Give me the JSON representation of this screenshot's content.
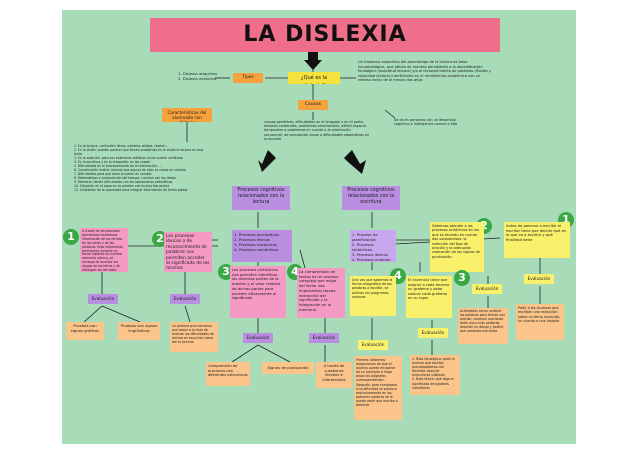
{
  "title": "LA DISLEXIA",
  "nodes": {
    "tipos": "Tipos",
    "question": "¿Qué es la dislexia?",
    "causas": "Causas",
    "types_list": "1. Dislexia adquirida\n2. Dislexia evolutiva",
    "definition": "Un trastorno específico del aprendizaje de la lectura de base neurobiológica, que afecta de manera persistente a la decodificación fonológica (exactitud lectora) y/o al reconocimiento de palabras (fluidez y velocidad lectora) interfiriendo en el rendimiento académico con un retraso lector de al menos dos años",
    "causes_text": "causas genéticas, dificultades en el lenguaje o en el parto, lesiones cerebrales, problemas emocionales, déficit espacio-temporales o problemas en cuanto a la orientación secuencial, de percepción visual o dificultades adaptativas en la escuela",
    "iq_text": "Se da en personas con un desarrollo cognitivo e inteligencia normal o alta",
    "characteristics": "Características del alumnado con dislexia",
    "char_list": "1. En la lectura: confunden letras, cambian sílabas, repiten...\n2. En la visión: pueden parecer que tienen problemas en la visión la lectura es muy lenta\n3. En la audición: pero sus exámenes médicos no los suelen confirmar\n4. En la escritura y en la ortografía: en las copias\n5. Dificultades en el procesamiento de la información: ...\n6. Coordinación motriz: manejo que alguna de ellos se cansa en cambio\n7. Dificultades para que otros se paren en cambio\n8. Matemáticas y comprensión del tiempo: cuentan con los dedos\n9. Memoria: tienen dificultades con las operaciones aritméticas\n10. Situación en el espacio: se pierden con mucha frecuencia\n11. Limitación de la capacidad para integrar información de forma global",
    "proc_lectura": "Procesos cognitivos relacionados con la lectura",
    "proc_escritura": "Procesos cognitivos relacionados con la escritura",
    "lectura_list": "1. Procesos perceptivos\n2. Procesos léxicos\n3. Procesos sintácticos\n4. Procesos semánticos",
    "escritura_list": "1. Proceso de planificación\n2. Procesos sintácticos\n3. Procesos léxicos\n4. Procesos motores",
    "lect1": "A través de los procesos perceptivos extraemos información de las formas de las letras y de las palabras. Esta información permanece durante un breve instante en nuestra memoria icónica, se encarga de analizar los rasgos de las letras y de distinguir las del resto",
    "lect2": "Los procesos léxicos o de reconocimiento de palabras nos permiten acceder al significado de las mismas",
    "lect3": "Los procesos sintácticos nos permiten identificar las distintas partes de la oración y el valor relativo de dichas partes para acceder eficazmente al significado",
    "lect4": "La comprensión de textos es un proceso complejo que exige del lector dos importantes tareas: extracción del significado y la integración en la memoria",
    "esc1": "Antes de ponerse a escribir el escritor tiene que decidir qué es lo que va a escribir y qué finalidad tiene",
    "esc2": "Debemos atender a los procesos sintácticos en los que se tendrán en cuenta dos subprocesos: la selección del tipo de oración y la adecuada colocación de los signos de puntuación",
    "esc3": "El alumno/a tiene que asignar a cada fonema un grafema y debe colocar cada grafema en su lugar",
    "esc4": "Una vez que sabemos la forma ortográfica de las palabras a escribir, se activan los programas motores",
    "eval": "Evaluación",
    "ev_lect1a": "Pruebas con signos gráficos",
    "ev_lect1b": "Pruebas con signos lingüísticos",
    "ev_lect2": "La primera que hacemos que pasar a la hora de evaluar las dificultades de lectura es escuchar cómo lee el alumno",
    "ev_lect3": "Comprensión de oraciones con diferentes estructuras",
    "ev_lect3b": "Signos de puntuación",
    "ev_lect4": "A través de cuestiones literales e inferenciales",
    "ev_esc1": "Pedir a los alumnos que escriban una redacción sobre un tema conocido, un cuento o una historia",
    "ev_esc2": "Actividades como: ordenar las palabras para formar una oración, construir oraciones dado una o más palabras, describir un dibujo y pedirle que complete oraciones",
    "ev_esc3": "1. Ruta fonológica: pedir al alumno que escriba pseudopalabras con distintos tipos de estructuras silábicas\n2. Ruta léxica: que diga el significado de palabras homófonas",
    "ev_esc4": "Primero: debemos asegurarnos de que el alumno puede recuperar de su memoria a largo plazo los alógrafos correspondientes. Después, para comprobar si la dificultad se produce exclusivamente en los patrones motores se le puede pedir que escriba o deletree"
  },
  "badges": [
    "1",
    "2",
    "3",
    "4",
    "4",
    "3",
    "2",
    "1"
  ]
}
